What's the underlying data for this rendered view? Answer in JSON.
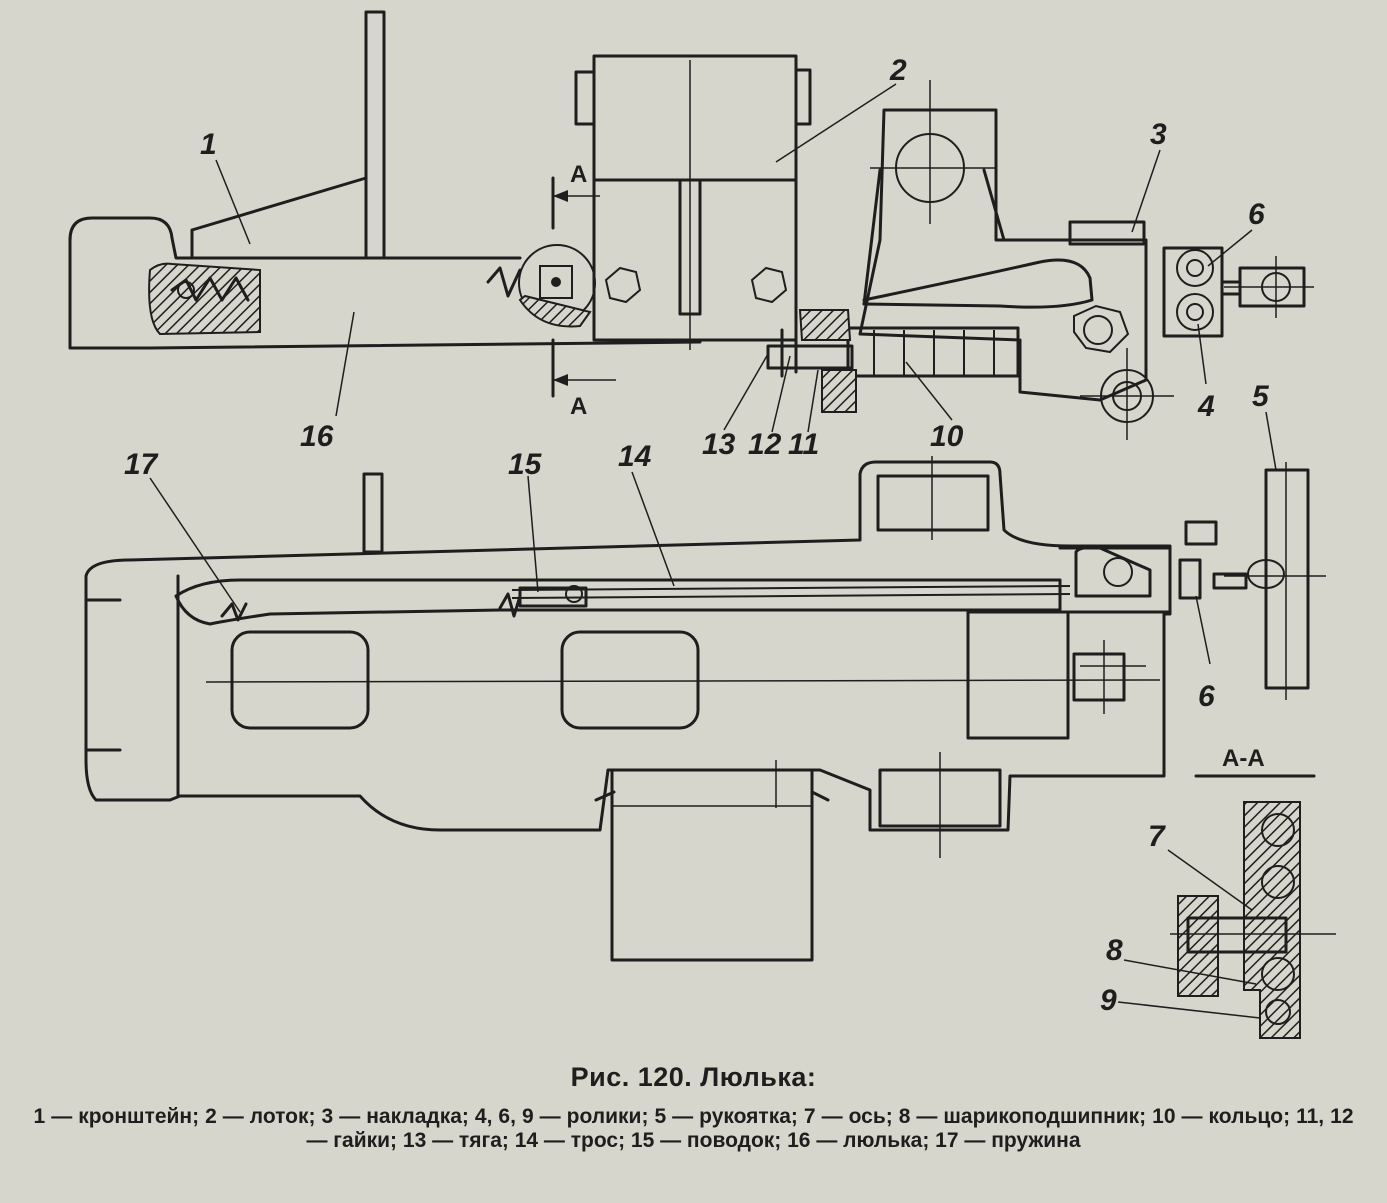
{
  "figure": {
    "callouts": {
      "c1": "1",
      "c2": "2",
      "c3": "3",
      "c4": "4",
      "c5": "5",
      "c6a": "6",
      "c6b": "6",
      "c7": "7",
      "c8": "8",
      "c9": "9",
      "c10": "10",
      "c11": "11",
      "c12": "12",
      "c13": "13",
      "c14": "14",
      "c15": "15",
      "c16": "16",
      "c17": "17"
    },
    "section_mark_top": "А",
    "section_mark_bottom": "А",
    "section_title": "А-А"
  },
  "caption": {
    "title": "Рис. 120. Люлька:",
    "legend": "1 — кронштейн; 2 — лоток; 3 — накладка; 4, 6, 9 — ролики; 5 — рукоятка; 7 — ось; 8 — шарикоподшипник; 10 — кольцо; 11, 12 — гайки; 13 — тяга; 14 — трос; 15 — поводок; 16 — люлька; 17 — пружина"
  }
}
